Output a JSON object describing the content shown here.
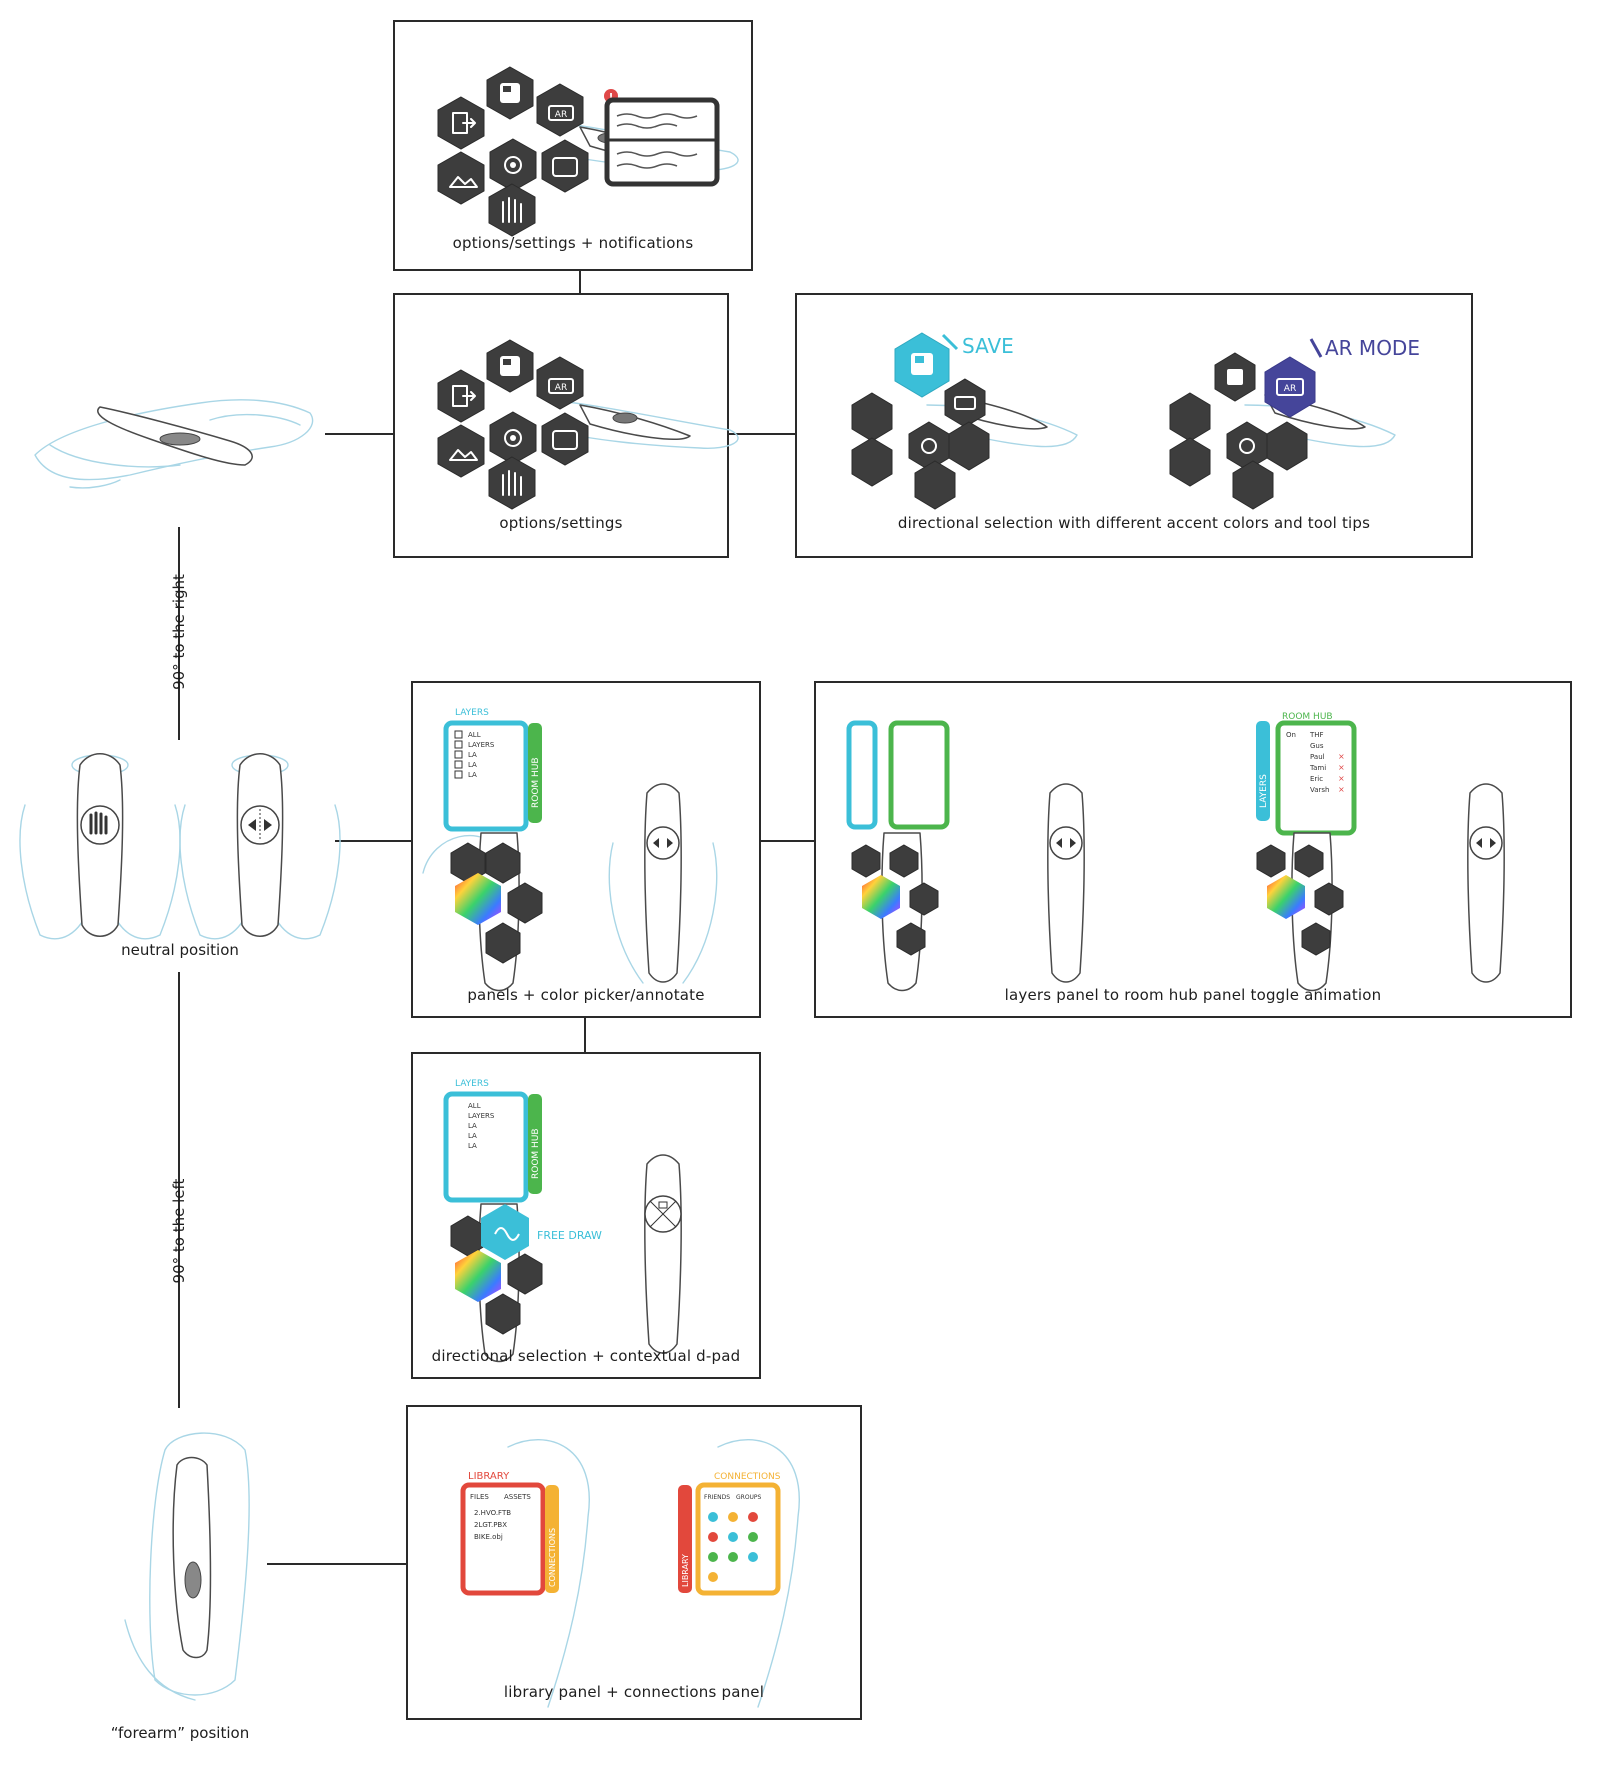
{
  "colors": {
    "frame": "#2a2a2a",
    "hex_dark": "#3d3d3d",
    "accent_cyan": "#3bbfd8",
    "accent_indigo": "#45459a",
    "accent_green": "#4cb54c",
    "accent_red": "#e2483c",
    "accent_orange": "#f4b234",
    "notification_red": "#e04848",
    "sketch_blue": "#a9d6e6"
  },
  "positions": {
    "side": "",
    "neutral": "neutral position",
    "forearm": "“forearm” position"
  },
  "transitions": {
    "right": "90° to the right",
    "left": "90° to the left"
  },
  "frames": {
    "options_notifications": "options/settings + notifications",
    "options_settings": "options/settings",
    "directional_accent": "directional selection with different accent colors and tool tips",
    "panels_color": "panels + color picker/annotate",
    "layers_toggle": "layers panel to room hub panel toggle animation",
    "directional_dpad": "directional selection + contextual d-pad",
    "library_connections": "library panel + connections panel"
  },
  "tooltips": {
    "save": "SAVE",
    "ar_mode": "AR MODE",
    "free_draw": "FREE DRAW"
  },
  "panels": {
    "layers_title": "LAYERS",
    "layers_items": [
      "ALL",
      "LAYERS",
      "LA",
      "LA",
      "LA"
    ],
    "room_hub_tab": "ROOM HUB",
    "room_hub_title": "ROOM HUB",
    "layers_tab": "LAYERS",
    "room_hub_items": [
      "On",
      "THF",
      "Gus",
      "Paul",
      "Tami",
      "Eric",
      "Varsh"
    ],
    "library_title": "LIBRARY",
    "library_tabs": [
      "FILES",
      "ASSETS"
    ],
    "library_items": [
      "2.HVO.FTB",
      "2LGT.PBX",
      "BIKE.obj"
    ],
    "connections_tab": "CONNECTIONS",
    "connections_title": "CONNECTIONS",
    "connections_tabs": [
      "FRIENDS",
      "GROUPS"
    ],
    "library_tab": "LIBRARY"
  },
  "hex_icons": [
    "save-icon",
    "ar-icon",
    "exit-icon",
    "settings-icon",
    "landscape-icon",
    "hand-icon",
    "contacts-icon"
  ],
  "ar_badge": "AR"
}
